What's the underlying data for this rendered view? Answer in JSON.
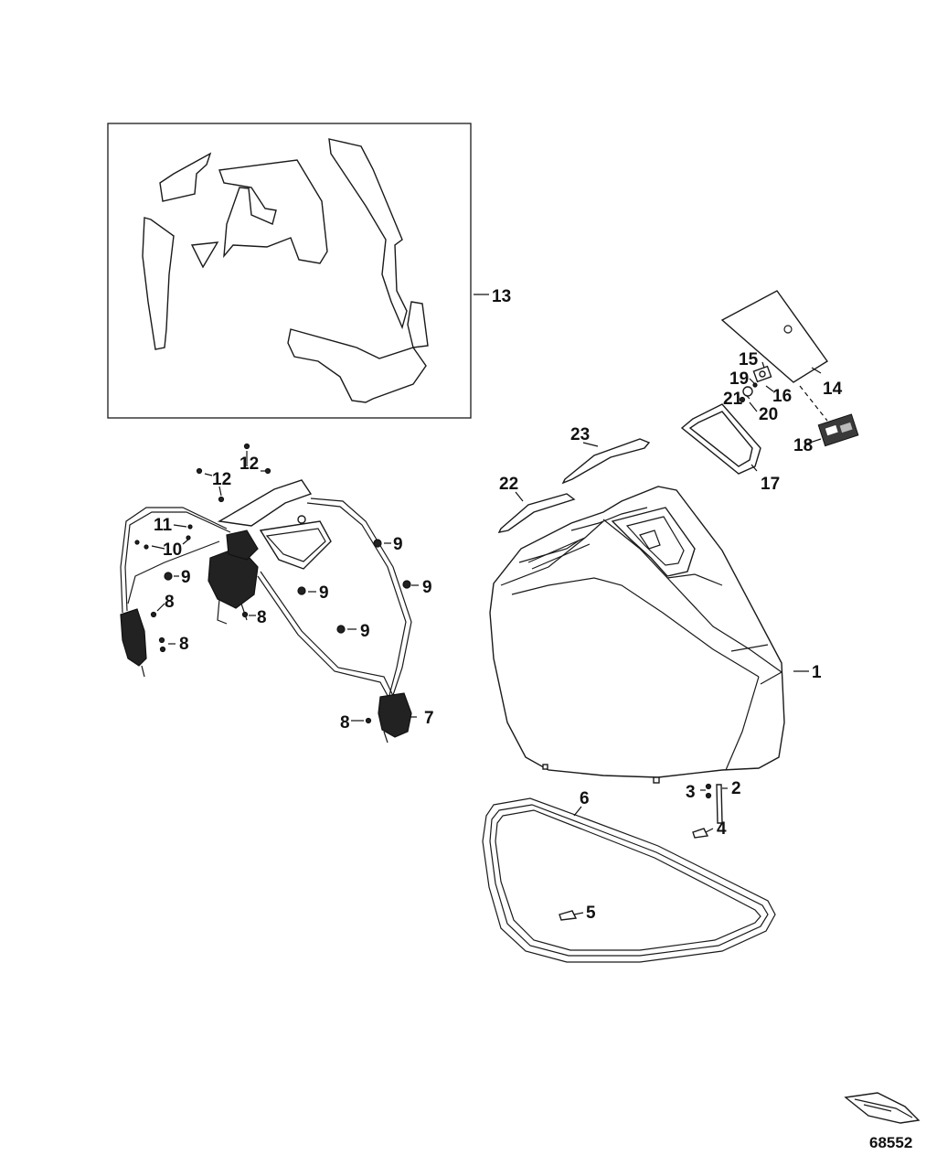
{
  "drawing_number": "68552",
  "callouts": {
    "c1": "1",
    "c2": "2",
    "c3": "3",
    "c4": "4",
    "c5": "5",
    "c6": "6",
    "c7": "7",
    "c8a": "8",
    "c8b": "8",
    "c8c": "8",
    "c8d": "8",
    "c9a": "9",
    "c9b": "9",
    "c9c": "9",
    "c9d": "9",
    "c9e": "9",
    "c10": "10",
    "c11": "11",
    "c12a": "12",
    "c12b": "12",
    "c13": "13",
    "c14": "14",
    "c15": "15",
    "c16": "16",
    "c17": "17",
    "c18": "18",
    "c19": "19",
    "c20": "20",
    "c21": "21",
    "c22": "22",
    "c23": "23"
  }
}
